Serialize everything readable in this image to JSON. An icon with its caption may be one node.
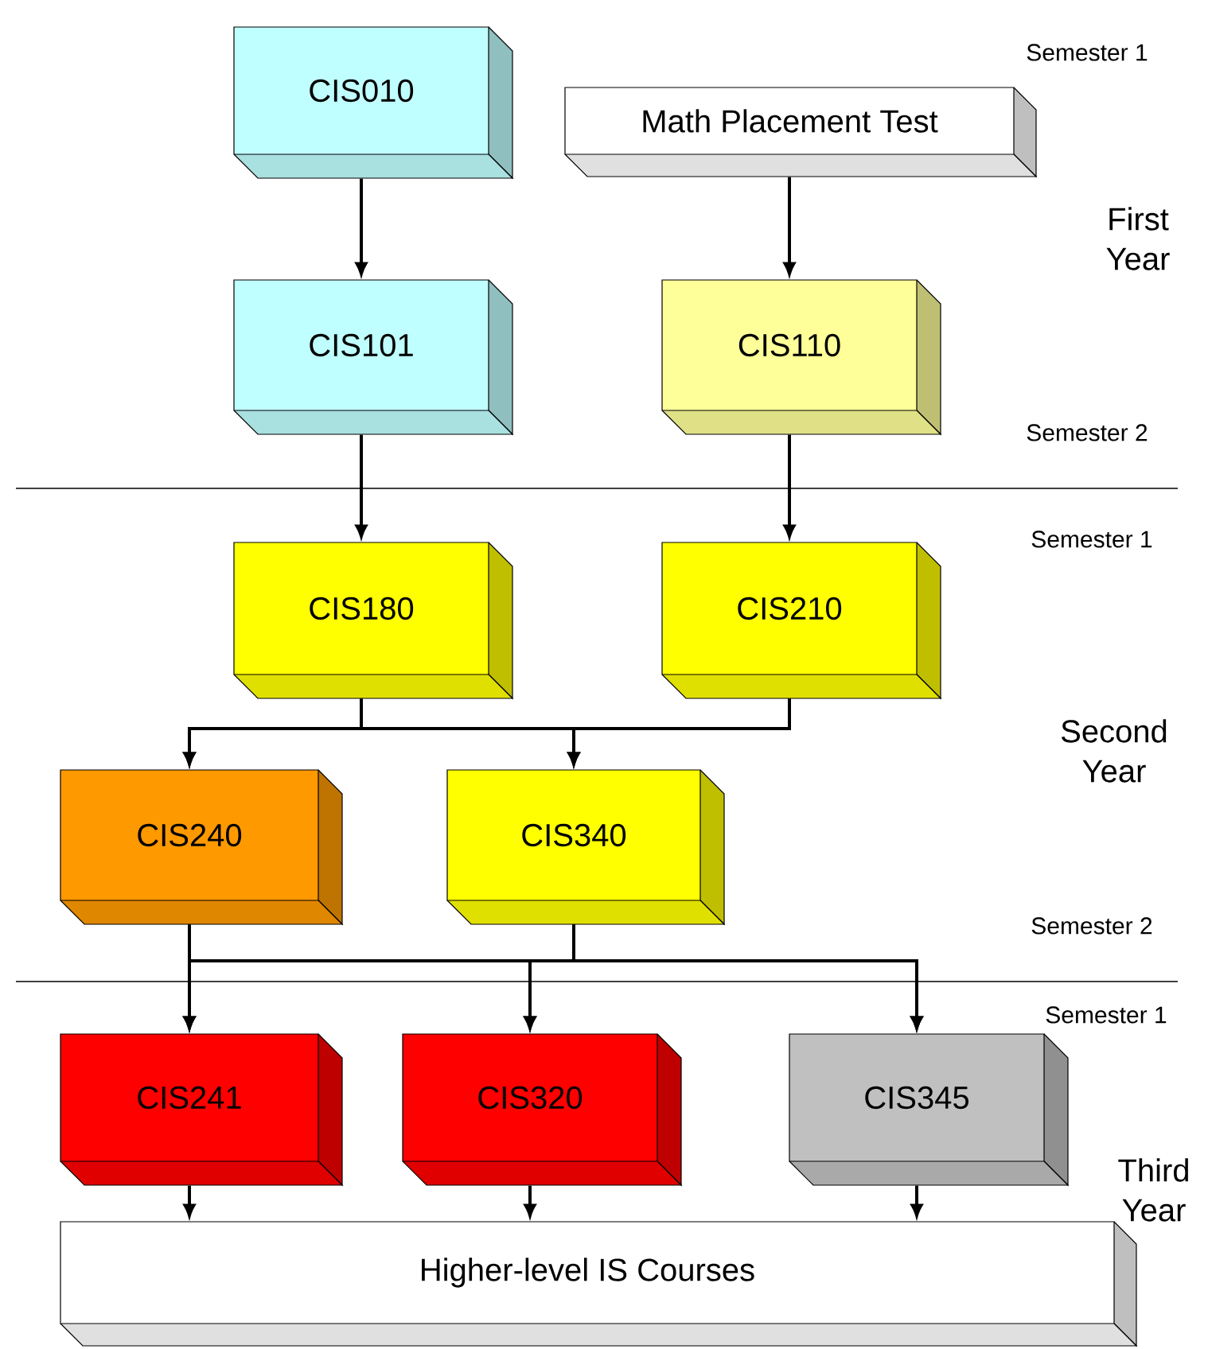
{
  "diagram": {
    "nodes": [
      {
        "text": [
          "CIS010"
        ]
      },
      {
        "text": [
          "Math Placement Test"
        ]
      },
      {
        "text": [
          "CIS101"
        ]
      },
      {
        "text": [
          "CIS110"
        ]
      },
      {
        "text": [
          "CIS180"
        ]
      },
      {
        "text": [
          "CIS210"
        ]
      },
      {
        "text": [
          "CIS240"
        ]
      },
      {
        "text": [
          "CIS340"
        ]
      },
      {
        "text": [
          "CIS241"
        ]
      },
      {
        "text": [
          "CIS320"
        ]
      },
      {
        "text": [
          "CIS345"
        ]
      },
      {
        "text": [
          "Higher-level IS Courses"
        ]
      }
    ],
    "edges": [
      {
        "from": 0,
        "to": 2,
        "arrow": "to"
      },
      {
        "from": 1,
        "to": 3,
        "arrow": "to"
      },
      {
        "from": 2,
        "to": 4,
        "arrow": "to"
      },
      {
        "from": 3,
        "to": 5,
        "arrow": "to"
      },
      {
        "from": 4,
        "to": 6,
        "arrow": "to"
      },
      {
        "from": 4,
        "to": 7,
        "arrow": "to"
      },
      {
        "from": 5,
        "to": 6,
        "arrow": "to"
      },
      {
        "from": 5,
        "to": 7,
        "arrow": "to"
      },
      {
        "from": 6,
        "to": 8,
        "arrow": "to"
      },
      {
        "from": 6,
        "to": 9,
        "arrow": "to"
      },
      {
        "from": 6,
        "to": 10,
        "arrow": "to"
      },
      {
        "from": 7,
        "to": 8,
        "arrow": "to"
      },
      {
        "from": 7,
        "to": 9,
        "arrow": "to"
      },
      {
        "from": 7,
        "to": 10,
        "arrow": "to"
      },
      {
        "from": 8,
        "to": 11,
        "arrow": "to"
      },
      {
        "from": 9,
        "to": 11,
        "arrow": "to"
      },
      {
        "from": 10,
        "to": 11,
        "arrow": "to"
      }
    ],
    "labels": [
      "Semester 1",
      "First Year",
      "Semester 2",
      "Semester 1",
      "Second Year",
      "Semester 2",
      "Semester 1",
      "Third Year"
    ]
  }
}
